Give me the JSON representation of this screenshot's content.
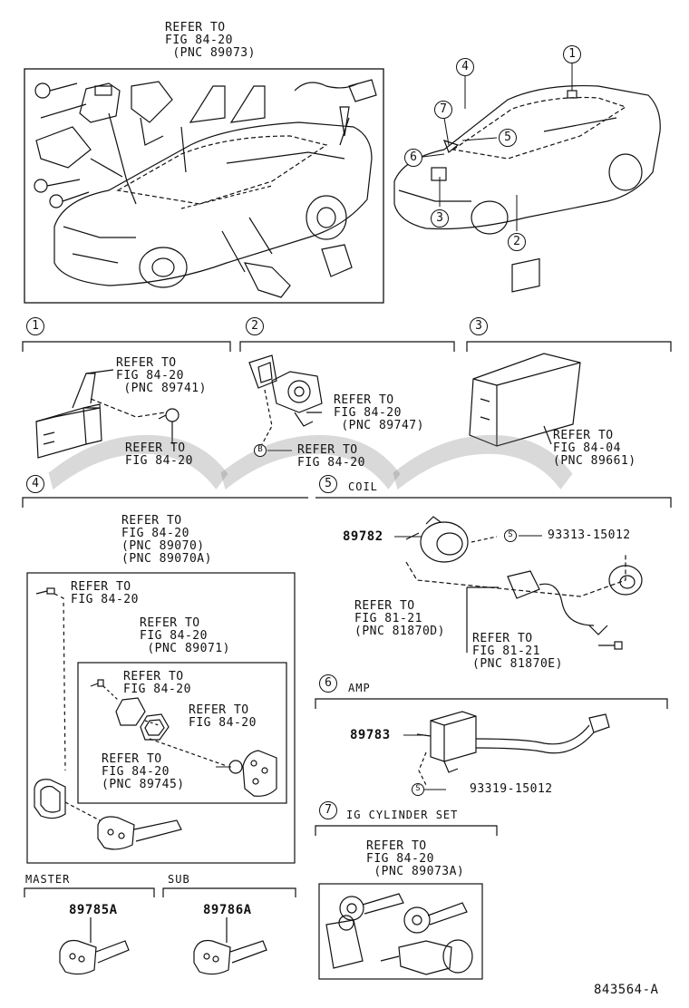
{
  "top_left": {
    "refer": "REFER TO\nFIG 84-20\n (PNC 89073)"
  },
  "section1": {
    "num": "1",
    "refer_a": "REFER TO\nFIG 84-20\n (PNC 89741)",
    "refer_b": "REFER TO\nFIG 84-20"
  },
  "section2": {
    "num": "2",
    "refer_a": "REFER TO\nFIG 84-20\n (PNC 89747)",
    "refer_b": "REFER TO\nFIG 84-20",
    "mark": "B"
  },
  "section3": {
    "num": "3",
    "refer": "REFER TO\nFIG 84-04\n(PNC 89661)"
  },
  "section4": {
    "num": "4",
    "refer_main": "REFER TO\nFIG 84-20\n(PNC 89070)\n(PNC 89070A)",
    "refer_screw": "REFER TO\nFIG 84-20",
    "refer_inner": "REFER TO\nFIG 84-20\n (PNC 89071)",
    "refer_i1": "REFER TO\nFIG 84-20",
    "refer_i2": "REFER TO\nFIG 84-20",
    "refer_i3": "REFER TO\nFIG 84-20\n(PNC 89745)"
  },
  "section5": {
    "num": "5",
    "title": "COIL",
    "part": "89782",
    "s_part": "93313-15012",
    "mark": "S",
    "refer_a": "REFER TO\nFIG 81-21\n(PNC 81870D)",
    "refer_b": "REFER TO\nFIG 81-21\n(PNC 81870E)"
  },
  "section6": {
    "num": "6",
    "title": "AMP",
    "part": "89783",
    "s_part": "93319-15012",
    "mark": "S"
  },
  "section7": {
    "num": "7",
    "title": "IG CYLINDER SET",
    "refer": "REFER TO\nFIG 84-20\n (PNC 89073A)"
  },
  "master": {
    "title": "MASTER",
    "part": "89785A"
  },
  "sub": {
    "title": "SUB",
    "part": "89786A"
  },
  "car_callouts": [
    "1",
    "2",
    "3",
    "4",
    "5",
    "6",
    "7"
  ],
  "figure_id": "843564-A"
}
